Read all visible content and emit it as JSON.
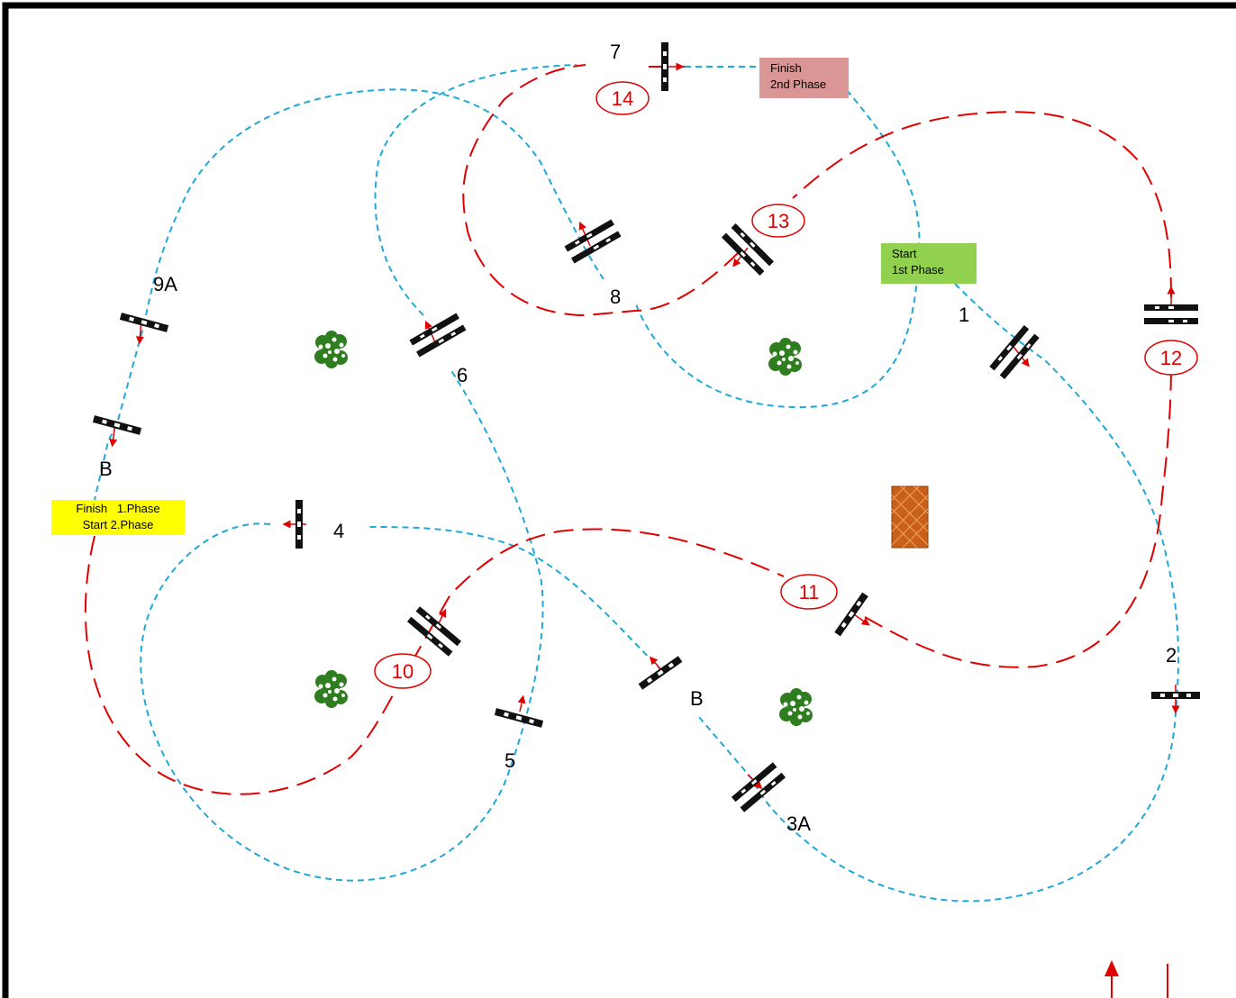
{
  "colors": {
    "phase1_route": "#1fa8d8",
    "phase2_route": "#e00000",
    "frame": "#000000",
    "start_box": "#92d050",
    "finish2_box": "#d99694",
    "finish1_box": "#ffff00",
    "tree": "#2e7d1e",
    "water": "#c8601a"
  },
  "labels": {
    "start_1st_phase": [
      "Start",
      "1st Phase"
    ],
    "finish_2nd_phase": [
      "Finish",
      "2nd Phase"
    ],
    "finish_1_start_2": [
      "Finish   1.Phase",
      "Start 2.Phase"
    ]
  },
  "phase1_fences": [
    {
      "id": "1",
      "label": "1"
    },
    {
      "id": "2",
      "label": "2"
    },
    {
      "id": "3A",
      "label": "3A"
    },
    {
      "id": "3B",
      "label": "B"
    },
    {
      "id": "4",
      "label": "4"
    },
    {
      "id": "5",
      "label": "5"
    },
    {
      "id": "6",
      "label": "6"
    },
    {
      "id": "7",
      "label": "7"
    },
    {
      "id": "8",
      "label": "8"
    },
    {
      "id": "9A",
      "label": "9A"
    },
    {
      "id": "9B",
      "label": "B"
    }
  ],
  "phase2_fences": [
    {
      "id": "10",
      "label": "10"
    },
    {
      "id": "11",
      "label": "11"
    },
    {
      "id": "12",
      "label": "12"
    },
    {
      "id": "13",
      "label": "13"
    },
    {
      "id": "14",
      "label": "14"
    }
  ],
  "icons": [
    "fence-vertical-icon",
    "fence-oxer-icon",
    "tree-icon",
    "water-jump-icon",
    "direction-arrow-icon"
  ]
}
